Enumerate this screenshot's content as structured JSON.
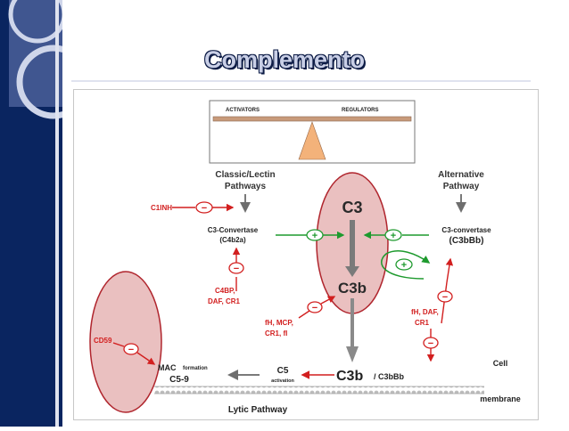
{
  "slide": {
    "title": "Complemento"
  },
  "diagram": {
    "balance": {
      "activators": "ACTIVATORS",
      "regulators": "REGULATORS"
    },
    "classic_pathway": {
      "line1": "Classic/Lectin",
      "line2": "Pathways"
    },
    "alternative_pathway": {
      "line1": "Alternative",
      "line2": "Pathway"
    },
    "c1inh": "C1INH",
    "c3_convertase_classic": {
      "line1": "C3-Convertase",
      "line2": "(C4b2a)"
    },
    "c3_convertase_alt": {
      "line1": "C3-convertase",
      "line2": "(C3bBb)"
    },
    "c3": "C3",
    "c3b": "C3b",
    "c4bp": {
      "line1": "C4BP,",
      "line2": "DAF, CR1"
    },
    "fh_mcp": {
      "line1": "fH, MCP,",
      "line2": "CR1, fI"
    },
    "fh_daf": {
      "line1": "fH, DAF,",
      "line2": "CR1"
    },
    "cd59": "CD59",
    "mac": {
      "label": "MAC",
      "suffix": "formation",
      "complex": "C5-9"
    },
    "c5": {
      "label": "C5",
      "sub": "activation"
    },
    "c3b_bottom": {
      "main": "C3b",
      "rest": "/ C3bBb"
    },
    "cell_membrane": {
      "line1": "Cell",
      "line2": "membrane"
    },
    "lytic_pathway": "Lytic Pathway",
    "signs": {
      "minus": "−",
      "plus": "+"
    }
  }
}
